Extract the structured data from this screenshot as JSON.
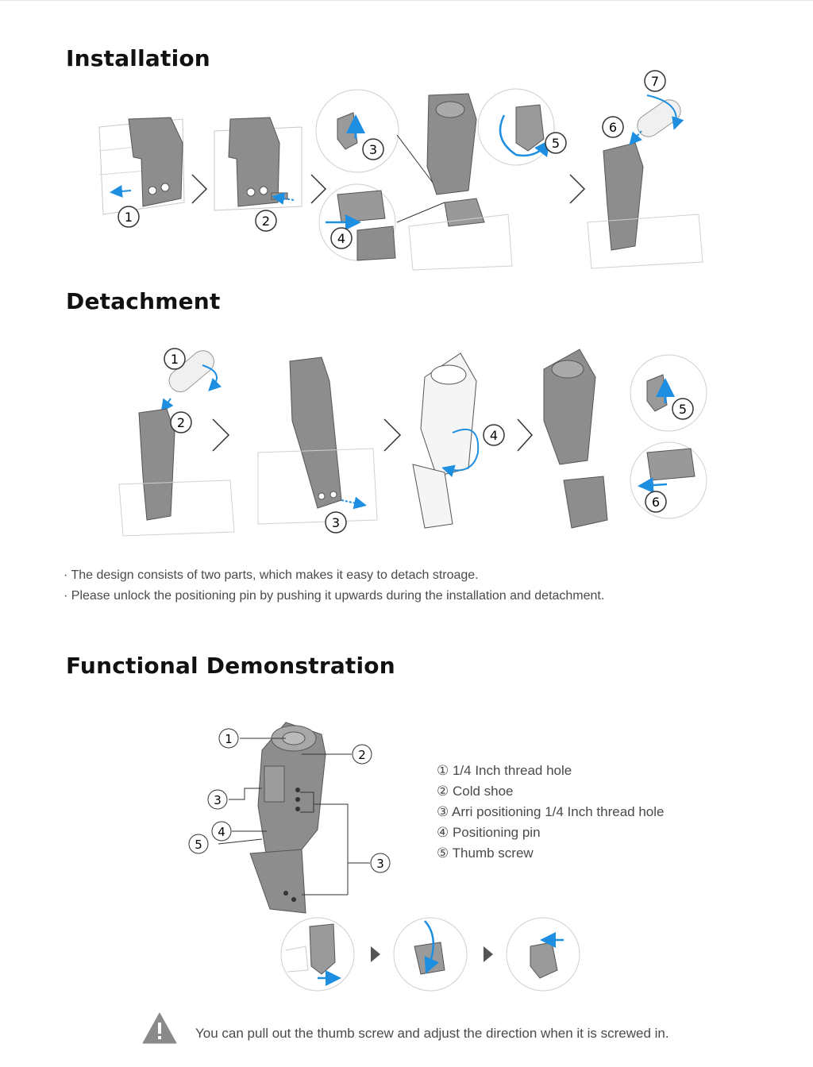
{
  "sections": {
    "installation_title": "Installation",
    "detachment_title": "Detachment",
    "functional_title": "Functional Demonstration"
  },
  "installation_steps": [
    "1",
    "2",
    "3",
    "4",
    "5",
    "6",
    "7"
  ],
  "detachment_steps": [
    "1",
    "2",
    "3",
    "4",
    "5",
    "6"
  ],
  "notes": [
    "· The design consists of two parts, which makes it easy to detach stroage.",
    "· Please unlock the positioning pin by pushing it upwards during the  installation and detachment."
  ],
  "diagram_callouts": [
    "1",
    "2",
    "3",
    "4",
    "5",
    "3"
  ],
  "legend": [
    "① 1/4 Inch thread hole",
    "② Cold shoe",
    "③ Arri positioning 1/4 Inch thread hole",
    "④ Positioning pin",
    "⑤ Thumb screw"
  ],
  "tip": "You can pull out the thumb screw and adjust the direction when it is screwed in.",
  "colors": {
    "accent_arrow": "#1e8fe0",
    "part_gray": "#8a8a8a",
    "line_gray": "#bdbdbd"
  },
  "icons": [
    "warning-icon",
    "chevron-right-icon",
    "play-triangle-icon"
  ]
}
